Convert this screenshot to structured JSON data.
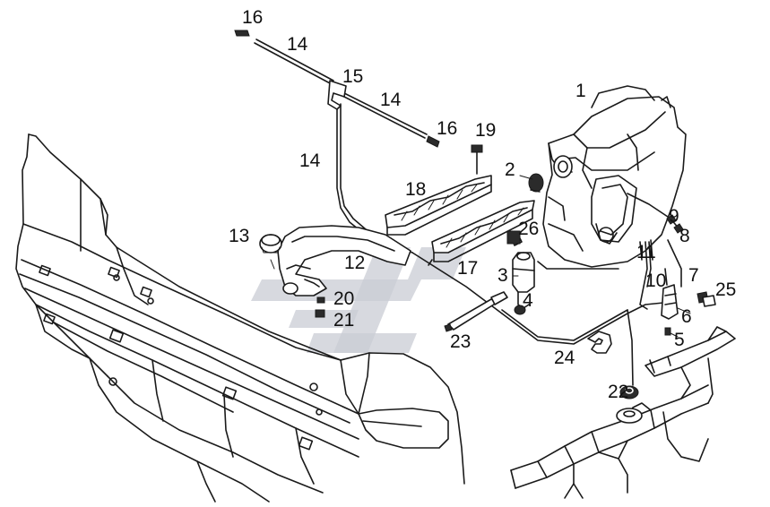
{
  "callouts": {
    "c1": "1",
    "c2": "2",
    "c3": "3",
    "c4": "4",
    "c5": "5",
    "c6": "6",
    "c7": "7",
    "c8": "8",
    "c9": "9",
    "c10": "10",
    "c11": "11",
    "c12": "12",
    "c13": "13",
    "c14a": "14",
    "c14b": "14",
    "c14c": "14",
    "c15": "15",
    "c16a": "16",
    "c16b": "16",
    "c17": "17",
    "c18": "18",
    "c19": "19",
    "c20": "20",
    "c21": "21",
    "c22": "22",
    "c23": "23",
    "c24": "24",
    "c25": "25",
    "c26": "26"
  }
}
